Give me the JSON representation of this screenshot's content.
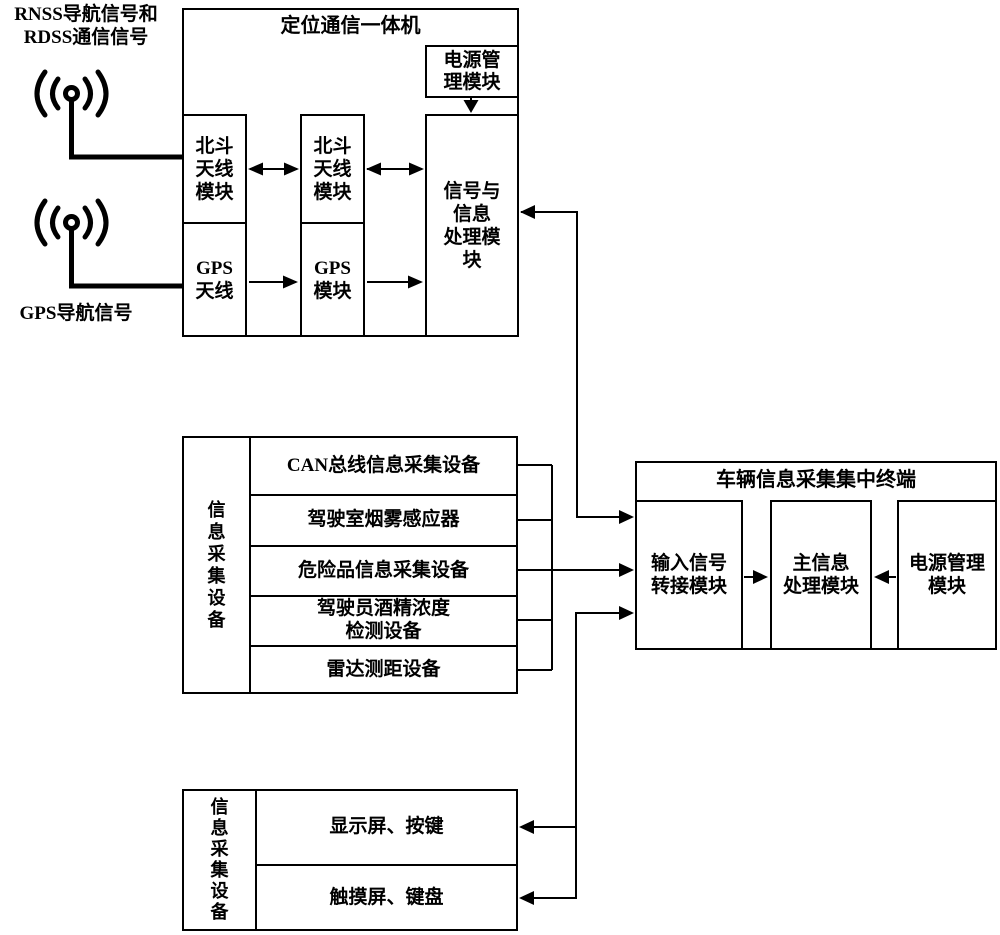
{
  "signal_sources": {
    "rnss_rdss_label": "RNSS导航信号和\nRDSS通信信号",
    "gps_label": "GPS导航信号"
  },
  "positioning_comm_unit": {
    "title": "定位通信一体机",
    "power_mgmt_module": "电源管\n理模块",
    "beidou_antenna_module": "北斗\n天线\n模块",
    "gps_antenna": "GPS\n天线",
    "beidou_module": "北斗\n天线\n模块",
    "gps_module": "GPS\n模块",
    "signal_info_processing_module": "信号与\n信息\n处理模\n块"
  },
  "info_collection_top": {
    "side_label": "信\n息\n采\n集\n设\n备",
    "rows": [
      "CAN总线信息采集设备",
      "驾驶室烟雾感应器",
      "危险品信息采集设备",
      "驾驶员酒精浓度\n检测设备",
      "雷达测距设备"
    ]
  },
  "vehicle_terminal": {
    "title": "车辆信息采集集中终端",
    "input_signal_module": "输入信号\n转接模块",
    "main_info_module": "主信息\n处理模块",
    "power_mgmt_module": "电源管理\n模块"
  },
  "info_collection_bottom": {
    "side_label": "信\n息\n采\n集\n设\n备",
    "rows": [
      "显示屏、按键",
      "触摸屏、键盘"
    ]
  }
}
